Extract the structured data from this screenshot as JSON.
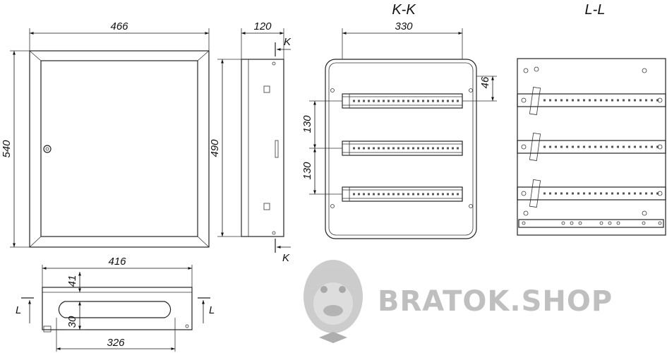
{
  "views": {
    "front": {
      "width_label": "466",
      "height_label": "540"
    },
    "side": {
      "depth_label": "120",
      "height_label": "490",
      "section_mark_top": "K",
      "section_mark_bottom": "K"
    },
    "section_kk": {
      "title": "K-K",
      "width_label": "330",
      "rail_offset_label": "46",
      "rail_pitch_label_1": "130",
      "rail_pitch_label_2": "130"
    },
    "section_ll": {
      "title": "L-L"
    },
    "top": {
      "width_label": "416",
      "depth_label": "41",
      "mount_depth_label": "30",
      "opening_label": "326",
      "section_mark_left": "L",
      "section_mark_right": "L"
    }
  },
  "watermark": {
    "text": "BRATOK.SHOP",
    "icon": "gorilla-logo"
  }
}
